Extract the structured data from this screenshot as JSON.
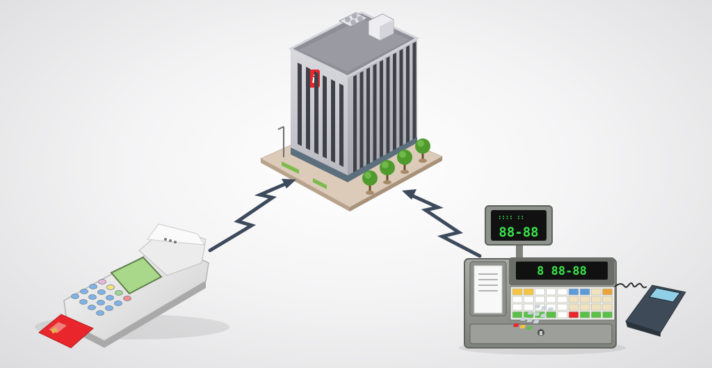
{
  "scene": {
    "title": "",
    "nodes": [
      {
        "id": "office",
        "label": ""
      },
      {
        "id": "card-terminal",
        "label": ""
      },
      {
        "id": "cash-register",
        "label": ""
      }
    ],
    "connections": [
      {
        "from": "card-terminal",
        "to": "office",
        "type": "wireless"
      },
      {
        "from": "cash-register",
        "to": "office",
        "type": "wireless"
      }
    ]
  },
  "office": {
    "logo_letter": "i"
  },
  "register": {
    "customer_display": "88-88",
    "main_display": "8 88-88"
  },
  "colors": {
    "accent": "#e8262b",
    "signal": "#3c4a5c",
    "display_bg": "#111111",
    "display_digits": "#39e64a",
    "terminal_screen": "#a9d88a",
    "tree_green": "#4f9a2c"
  }
}
